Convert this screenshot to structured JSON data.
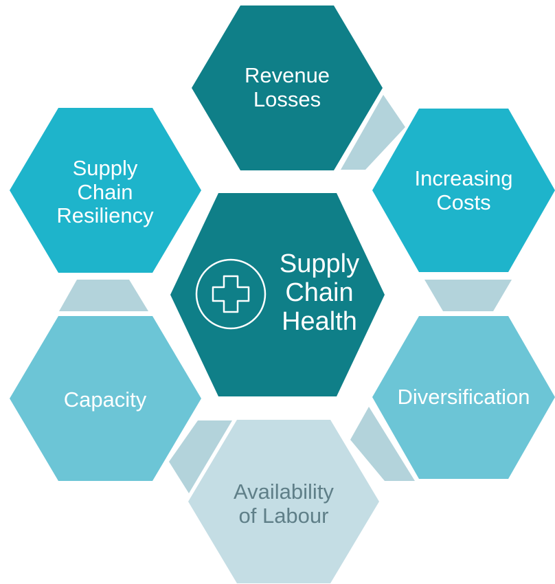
{
  "colors": {
    "dark_teal": "#0f7f88",
    "bright_teal": "#1eb4cb",
    "light_teal": "#6cc5d6",
    "pale_blue": "#c4dde4",
    "connector": "#b3d3db",
    "label_white": "#ffffff",
    "label_dark": "#5f7f88"
  },
  "center": {
    "title": "Supply\nChain\nHealth",
    "icon": "medical-cross-icon"
  },
  "nodes": {
    "revenue_losses": "Revenue\nLosses",
    "increasing_costs": "Increasing\nCosts",
    "diversification": "Diversification",
    "availability_of_labour": "Availability\nof Labour",
    "capacity": "Capacity",
    "supply_chain_resiliency": "Supply\nChain\nResiliency"
  }
}
